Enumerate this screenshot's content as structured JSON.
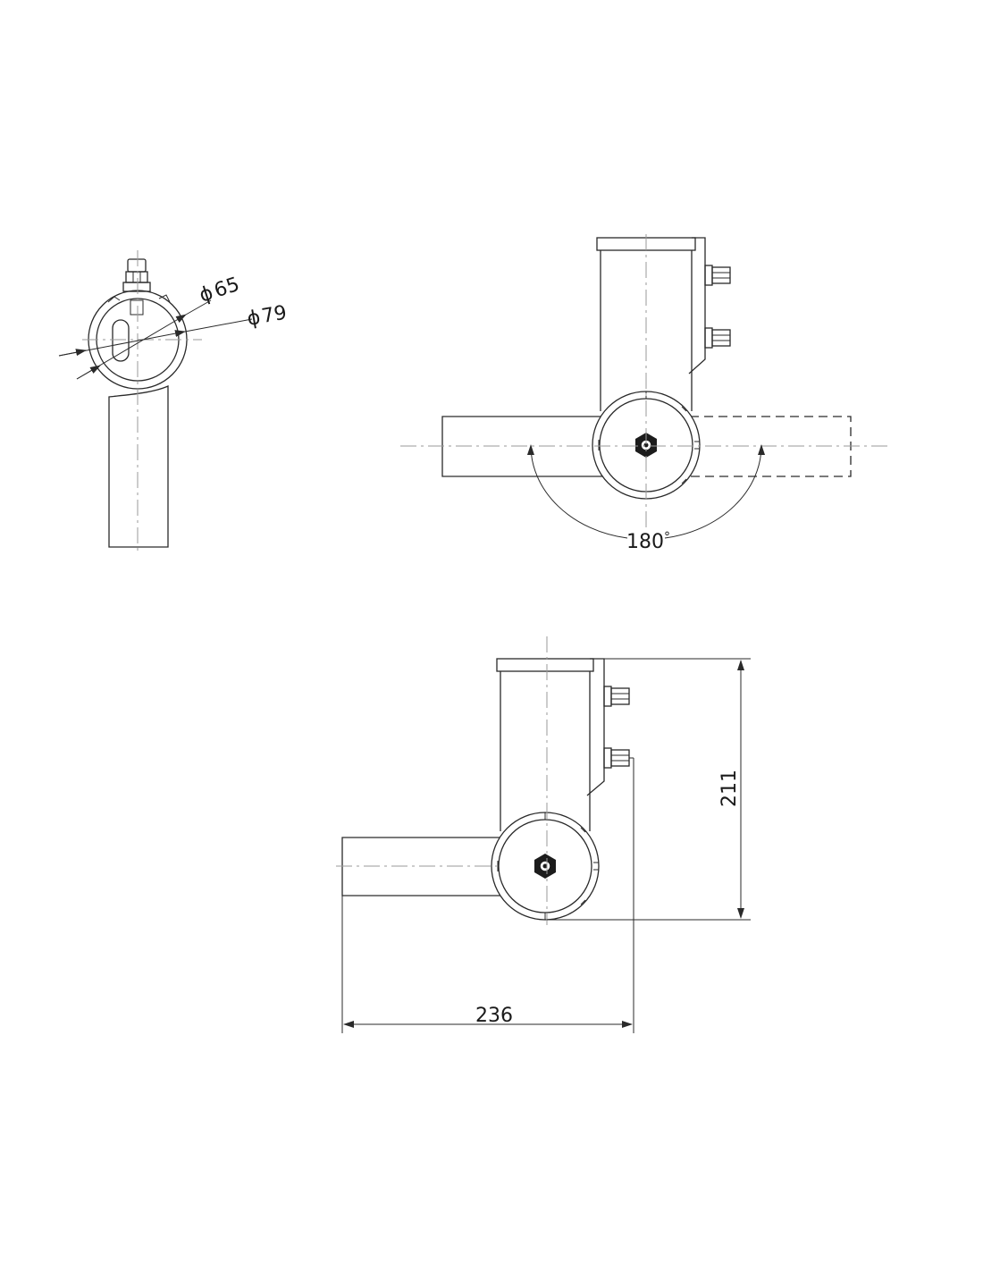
{
  "dimensions": {
    "inner_diameter": "65",
    "inner_diameter_symbol": "ϕ",
    "outer_diameter": "79",
    "outer_diameter_symbol": "ϕ",
    "rotation_angle": "180",
    "rotation_angle_unit": "°",
    "height": "211",
    "width": "236"
  },
  "colors": {
    "line": "#2a2a2a",
    "centerline": "#9a9a9a",
    "background": "#ffffff"
  }
}
